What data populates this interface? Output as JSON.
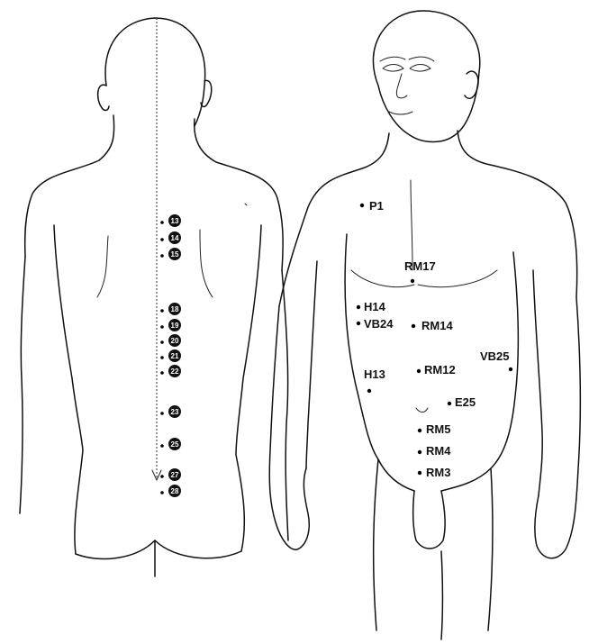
{
  "back_points": [
    {
      "id": "v13",
      "number": "13"
    },
    {
      "id": "v14",
      "number": "14"
    },
    {
      "id": "v15",
      "number": "15"
    },
    {
      "id": "v18",
      "number": "18"
    },
    {
      "id": "v19",
      "number": "19"
    },
    {
      "id": "v20",
      "number": "20"
    },
    {
      "id": "v21",
      "number": "21"
    },
    {
      "id": "v22",
      "number": "22"
    },
    {
      "id": "v23",
      "number": "23"
    },
    {
      "id": "v25",
      "number": "25"
    },
    {
      "id": "v27",
      "number": "27"
    },
    {
      "id": "v28",
      "number": "28"
    }
  ],
  "front_points": [
    {
      "id": "P1",
      "label": "P1"
    },
    {
      "id": "RM17",
      "label": "RM17"
    },
    {
      "id": "H14",
      "label": "H14"
    },
    {
      "id": "VB24",
      "label": "VB24"
    },
    {
      "id": "RM14",
      "label": "RM14"
    },
    {
      "id": "VB25",
      "label": "VB25"
    },
    {
      "id": "H13",
      "label": "H13"
    },
    {
      "id": "RM12",
      "label": "RM12"
    },
    {
      "id": "E25",
      "label": "E25"
    },
    {
      "id": "RM5",
      "label": "RM5"
    },
    {
      "id": "RM4",
      "label": "RM4"
    },
    {
      "id": "RM3",
      "label": "RM3"
    }
  ]
}
